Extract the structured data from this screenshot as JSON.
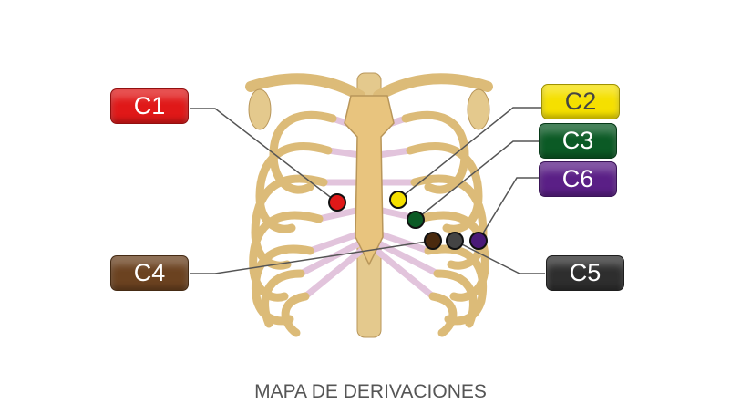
{
  "title": "MAPA DE DERIVACIONES",
  "leads": [
    {
      "id": "C1",
      "label": "C1",
      "color": "#e01818",
      "text_color": "#ffffff"
    },
    {
      "id": "C2",
      "label": "C2",
      "color": "#f5e000",
      "text_color": "#444444"
    },
    {
      "id": "C3",
      "label": "C3",
      "color": "#0b5a25",
      "text_color": "#ffffff"
    },
    {
      "id": "C4",
      "label": "C4",
      "color": "#6b4220",
      "text_color": "#ffffff"
    },
    {
      "id": "C5",
      "label": "C5",
      "color": "#2e2e2e",
      "text_color": "#ffffff"
    },
    {
      "id": "C6",
      "label": "C6",
      "color": "#5a1f86",
      "text_color": "#ffffff"
    }
  ],
  "dot_colors": {
    "C1": "#e01818",
    "C2": "#f5e000",
    "C3": "#0b5a25",
    "C4": "#4a2a0e",
    "C5": "#444444",
    "C6": "#4a1a78"
  }
}
